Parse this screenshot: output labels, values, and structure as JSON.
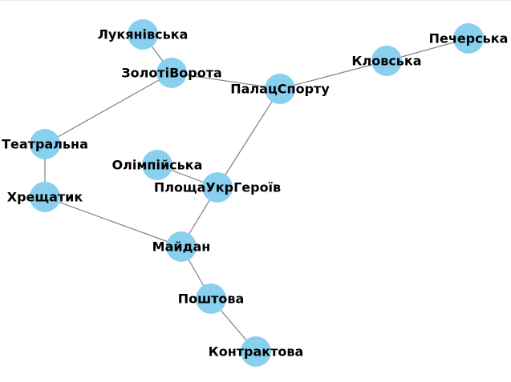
{
  "colors": {
    "node_fill": "#89cfee",
    "edge_stroke": "#808080",
    "label_color": "#000000",
    "background": "#ffffff"
  },
  "graph": {
    "nodes": [
      {
        "id": "lukianivska",
        "label": "Лукянівська"
      },
      {
        "id": "zoloti-vorota",
        "label": "ЗолотіВорота"
      },
      {
        "id": "palats-sportu",
        "label": "ПалацСпорту"
      },
      {
        "id": "klovska",
        "label": "Кловська"
      },
      {
        "id": "pecherska",
        "label": "Печерська"
      },
      {
        "id": "teatralna",
        "label": "Театральна"
      },
      {
        "id": "khreshchatyk",
        "label": "Хрещатик"
      },
      {
        "id": "olimpiiska",
        "label": "Олімпійська"
      },
      {
        "id": "ploshcha-ukr-heroiv",
        "label": "ПлощаУкрГероїв"
      },
      {
        "id": "maidan",
        "label": "Майдан"
      },
      {
        "id": "poshtova",
        "label": "Поштова"
      },
      {
        "id": "kontraktova",
        "label": "Контрактова"
      }
    ],
    "edges": [
      {
        "from": "lukianivska",
        "to": "zoloti-vorota"
      },
      {
        "from": "zoloti-vorota",
        "to": "palats-sportu"
      },
      {
        "from": "zoloti-vorota",
        "to": "teatralna"
      },
      {
        "from": "palats-sportu",
        "to": "klovska"
      },
      {
        "from": "klovska",
        "to": "pecherska"
      },
      {
        "from": "palats-sportu",
        "to": "ploshcha-ukr-heroiv"
      },
      {
        "from": "teatralna",
        "to": "khreshchatyk"
      },
      {
        "from": "khreshchatyk",
        "to": "maidan"
      },
      {
        "from": "olimpiiska",
        "to": "ploshcha-ukr-heroiv"
      },
      {
        "from": "ploshcha-ukr-heroiv",
        "to": "maidan"
      },
      {
        "from": "maidan",
        "to": "poshtova"
      },
      {
        "from": "poshtova",
        "to": "kontraktova"
      }
    ]
  }
}
